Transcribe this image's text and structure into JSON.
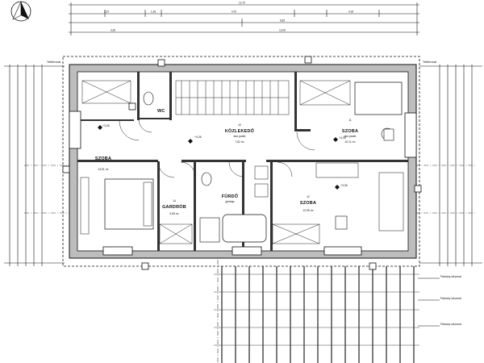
{
  "north_label": "N",
  "rooms": [
    {
      "id": "wc",
      "name": "WC",
      "number": "",
      "area": "",
      "floor": ""
    },
    {
      "id": "kozlekedo",
      "name": "KÖZLEKEDŐ",
      "number": "10",
      "area": "7,62 m²",
      "floor": "lam.padló"
    },
    {
      "id": "szoba-left",
      "name": "SZOBA",
      "number": "",
      "area": "13,51 m²",
      "floor": ""
    },
    {
      "id": "szoba-right",
      "name": "SZOBA",
      "number": "11",
      "area": "10,11 m²",
      "floor": "lam.padló"
    },
    {
      "id": "gardrob",
      "name": "GARDRÓB",
      "number": "14",
      "area": "3,65 m²",
      "floor": ""
    },
    {
      "id": "furdo",
      "name": "FÜRDŐ",
      "number": "",
      "area": "",
      "floor": "greslap"
    },
    {
      "id": "szoba-bottom",
      "name": "SZOBA",
      "number": "12",
      "area": "12,95 m²",
      "floor": ""
    }
  ],
  "levels": [
    "+3,36",
    "+3,36",
    "+3,36",
    "+3,36"
  ],
  "top_dimensions": [
    "12,70",
    "3,20",
    "1,36",
    "4,70",
    "4,18",
    "3,36",
    "5,66",
    "12,06"
  ],
  "side_labels": [
    "Tetőélvonal",
    "Tetőélvonal"
  ],
  "legend_labels": [
    "Párkány síkvonal",
    "Párkány síkvonal",
    "Párkány síkvonal"
  ]
}
